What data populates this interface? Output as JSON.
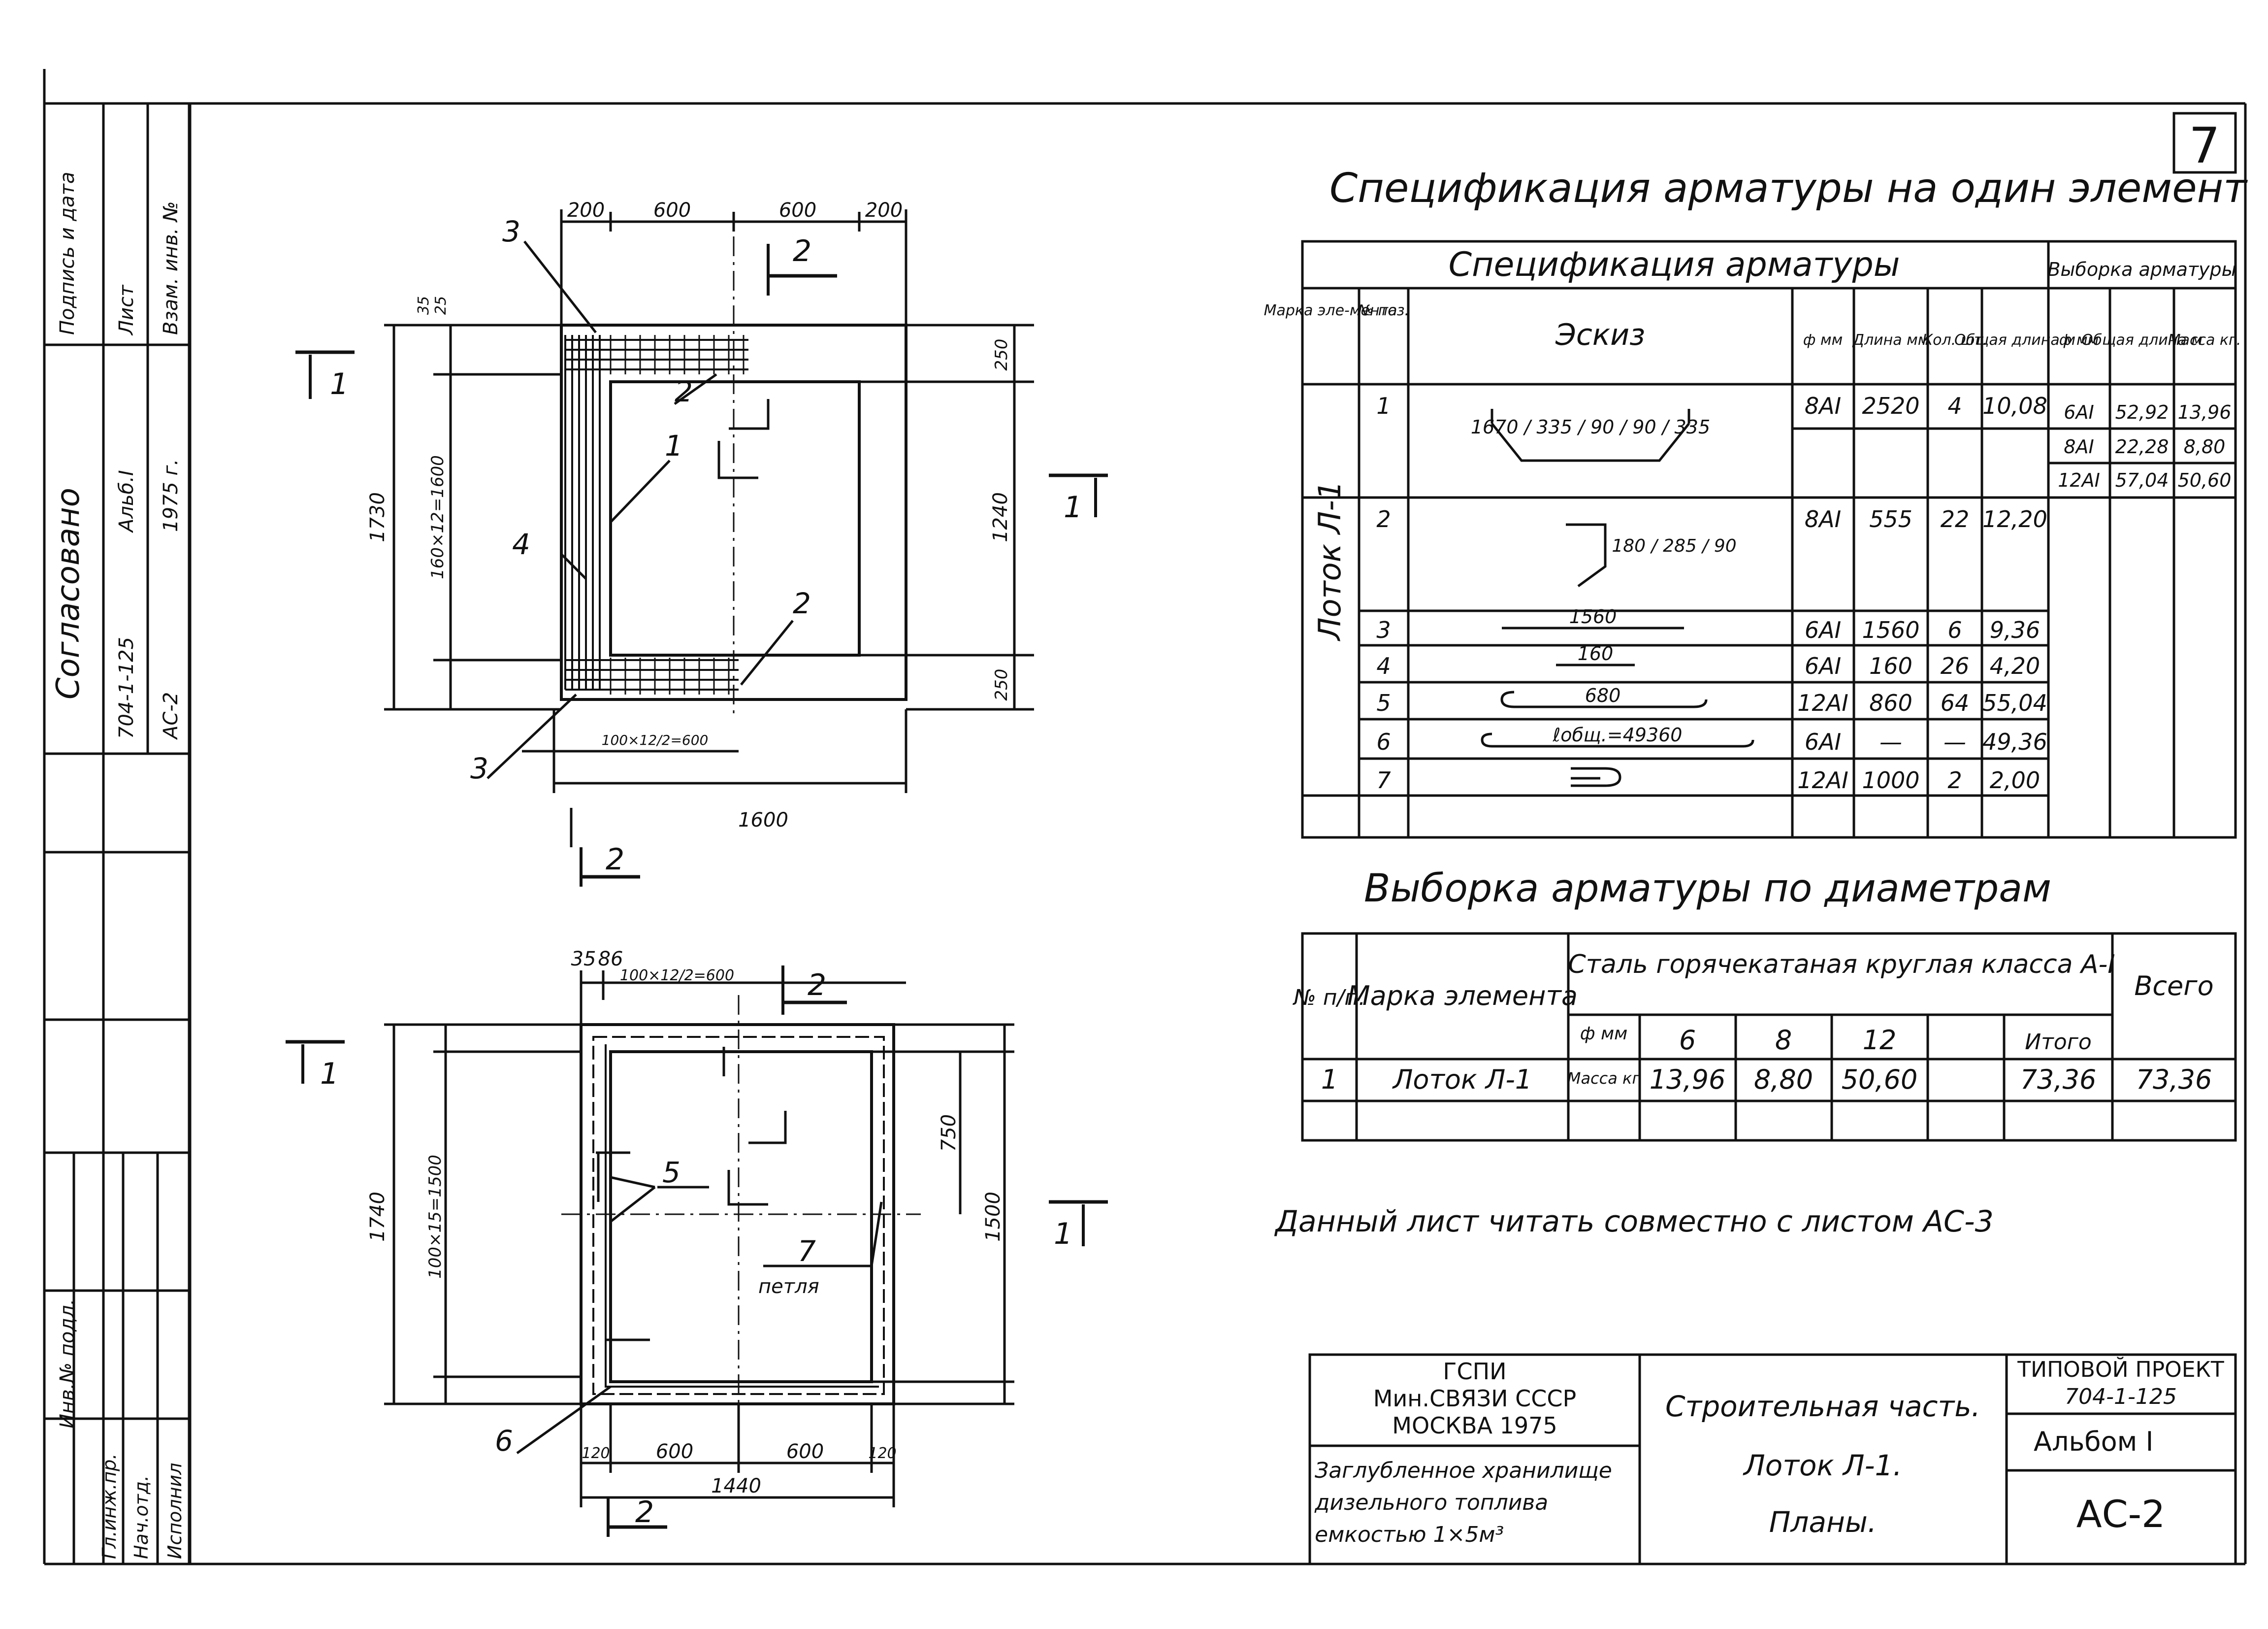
{
  "sheet": {
    "page_number": "7",
    "stamp_rotated": [
      "Инв.№ подл.",
      "Лист",
      "Подпись и дата",
      "Взам. инв. №",
      "Согласовано",
      "704-1-125",
      "АС-2",
      "Альб.I",
      "1975 г."
    ],
    "stamp_names": [
      "Гл.инж.пр.",
      "Нач.отд.",
      "Исполнил"
    ]
  },
  "spec": {
    "heading": "Спецификация арматуры на один элемент",
    "subheading": "Спецификация арматуры",
    "vyborka_heading": "Выборка арматуры",
    "columns": {
      "mark": "Марка эле-мента",
      "pos": "№ поз.",
      "sketch": "Эскиз",
      "dia": "ф мм",
      "len": "Длина мм",
      "qty": "Кол. шт.",
      "total": "Общая длина м",
      "v_dia": "ф мм",
      "v_len": "Общая длина м",
      "v_mass": "Масса кг."
    },
    "element_name": "Лоток Л-1",
    "rows": [
      {
        "pos": "1",
        "dia": "8АI",
        "len": "2520",
        "qty": "4",
        "total": "10,08",
        "sketch": "1670 / 335 / 90 / 90 / 335"
      },
      {
        "pos": "2",
        "dia": "8АI",
        "len": "555",
        "qty": "22",
        "total": "12,20",
        "sketch": "180 / 285 / 90"
      },
      {
        "pos": "3",
        "dia": "6АI",
        "len": "1560",
        "qty": "6",
        "total": "9,36",
        "sketch": "1560"
      },
      {
        "pos": "4",
        "dia": "6АI",
        "len": "160",
        "qty": "26",
        "total": "4,20",
        "sketch": "160"
      },
      {
        "pos": "5",
        "dia": "12АI",
        "len": "860",
        "qty": "64",
        "total": "55,04",
        "sketch": "680"
      },
      {
        "pos": "6",
        "dia": "6АI",
        "len": "—",
        "qty": "—",
        "total": "49,36",
        "sketch": "ℓобщ.=49360"
      },
      {
        "pos": "7",
        "dia": "12АI",
        "len": "1000",
        "qty": "2",
        "total": "2,00",
        "sketch": ""
      }
    ],
    "vyborka_rows": [
      {
        "dia": "6АI",
        "len": "52,92",
        "mass": "13,96"
      },
      {
        "dia": "8АI",
        "len": "22,28",
        "mass": "8,80"
      },
      {
        "dia": "12АI",
        "len": "57,04",
        "mass": "50,60"
      }
    ]
  },
  "diam": {
    "heading": "Выборка арматуры по диаметрам",
    "col_no": "№ п/п.",
    "col_mark": "Марка элемента",
    "col_steel": "Сталь горячекатаная круглая класса А-I",
    "col_dia": "ф мм",
    "col_mass": "Масса кг",
    "d6": "6",
    "d8": "8",
    "d12": "12",
    "col_itogo": "Итого",
    "col_total": "Всего",
    "row": {
      "no": "1",
      "mark": "Лоток Л-1",
      "m6": "13,96",
      "m8": "8,80",
      "m12": "50,60",
      "itogo": "73,36",
      "total": "73,36"
    }
  },
  "note": "Данный лист читать совместно с листом АС-3",
  "title_block": {
    "org1": "ГСПИ",
    "org2": "Мин.СВЯЗИ СССР",
    "org3": "МОСКВА 1975",
    "desc1": "Заглубленное хранилище",
    "desc2": "дизельного топлива",
    "desc3": "емкостью 1×5м³",
    "part": "Строительная часть.",
    "item": "Лоток Л-1.",
    "view": "Планы.",
    "project1": "ТИПОВОЙ ПРОЕКТ",
    "project2": "704-1-125",
    "album": "Альбом I",
    "sheet_code": "АС-2"
  },
  "plan1": {
    "dim_200a": "200",
    "dim_600a": "600",
    "dim_600b": "600",
    "dim_200b": "200",
    "dim_1730": "1730",
    "dim_1240": "1240",
    "dim_250a": "250",
    "dim_250b": "250",
    "dim_160x12": "160×12=1600",
    "dim_1600": "1600",
    "dim_small1": "35",
    "dim_small2": "25",
    "dim_bot": "100×12/2=600",
    "cut1": "1",
    "cut2": "2",
    "pos1": "1",
    "pos2": "2",
    "pos3": "3",
    "pos4": "4"
  },
  "plan2": {
    "dim_35": "35",
    "dim_86": "86",
    "dim_top": "100×12/2=600",
    "dim_1740": "1740",
    "dim_100x15": "100×15=1500",
    "dim_750": "750",
    "dim_1500": "1500",
    "dim_120a": "120",
    "dim_600a": "600",
    "dim_600b": "600",
    "dim_120b": "120",
    "dim_1440": "1440",
    "cut1": "1",
    "cut2": "2",
    "pos5": "5",
    "pos6": "6",
    "pos7": "7",
    "petlya": "петля"
  }
}
